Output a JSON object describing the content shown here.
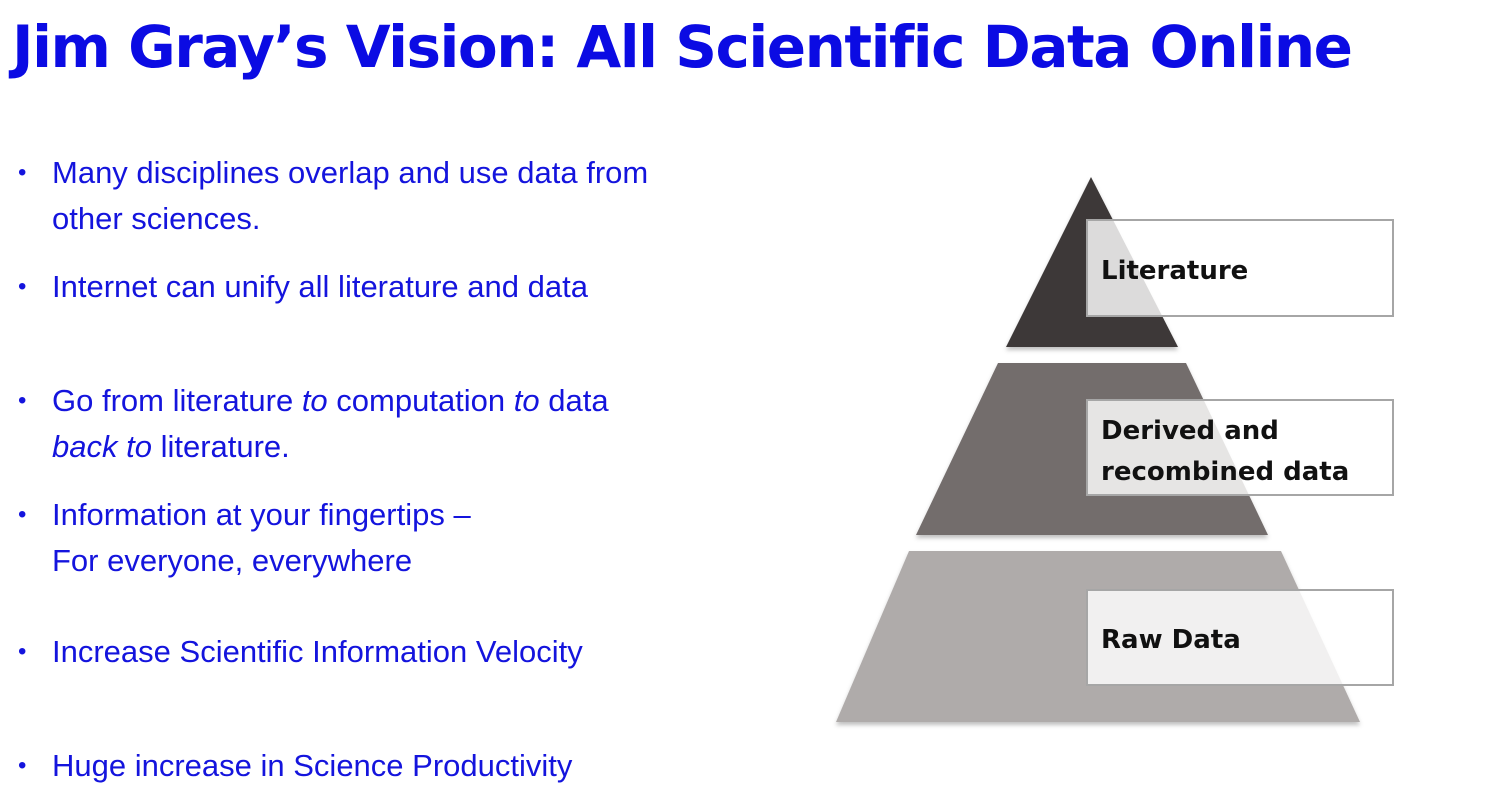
{
  "title": "Jim Gray’s Vision: All Scientific Data Online",
  "bullets": [
    {
      "parts": [
        {
          "text": "Many disciplines overlap and use data from other sciences.",
          "italic": false
        }
      ]
    },
    {
      "parts": [
        {
          "text": "Internet can unify all literature and data",
          "italic": false
        }
      ]
    },
    {
      "parts": [
        {
          "text": "Go from literature ",
          "italic": false
        },
        {
          "text": "to",
          "italic": true
        },
        {
          "text": " computation ",
          "italic": false
        },
        {
          "text": "to",
          "italic": true
        },
        {
          "text": " data ",
          "italic": false
        },
        {
          "text": "back to",
          "italic": true
        },
        {
          "text": " literature.",
          "italic": false
        }
      ]
    },
    {
      "parts": [
        {
          "text": "Information at your fingertips –",
          "italic": false
        },
        {
          "text": "\nFor everyone, everywhere",
          "italic": false
        }
      ]
    },
    {
      "parts": [
        {
          "text": "Increase Scientific Information Velocity",
          "italic": false
        }
      ]
    },
    {
      "parts": [
        {
          "text": "Huge increase in Science Productivity",
          "italic": false
        }
      ]
    }
  ],
  "bullet_glyph": "•",
  "pyramid": {
    "tiers": [
      {
        "label_lines": [
          "Literature"
        ],
        "color": "#3d3938"
      },
      {
        "label_lines": [
          "Derived and",
          "recombined data"
        ],
        "color": "#736d6c"
      },
      {
        "label_lines": [
          "Raw Data"
        ],
        "color": "#afabaa"
      }
    ],
    "label_box_color": "#ffffff",
    "label_box_border": "#a6a6a6"
  },
  "colors": {
    "title": "#0b0be3",
    "bullet_text": "#1414dd"
  }
}
